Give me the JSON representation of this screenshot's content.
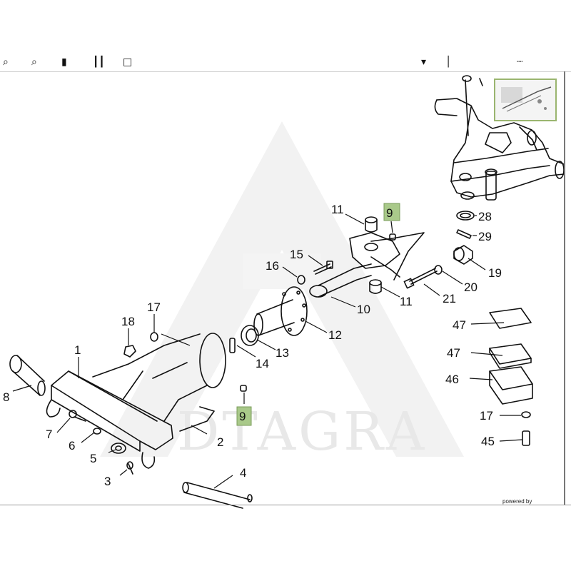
{
  "watermark": "DTAGRA",
  "powered_label": "powered by",
  "highlight_color": "#a9c98a",
  "labels": {
    "l1": "1",
    "l2": "2",
    "l3": "3",
    "l4": "4",
    "l5": "5",
    "l6": "6",
    "l7": "7",
    "l8": "8",
    "l9a": "9",
    "l9b": "9",
    "l10": "10",
    "l11a": "11",
    "l11b": "11",
    "l12": "12",
    "l13": "13",
    "l14": "14",
    "l15": "15",
    "l16": "16",
    "l17a": "17",
    "l17b": "17",
    "l18": "18",
    "l19": "19",
    "l20": "20",
    "l21": "21",
    "l28": "28",
    "l29": "29",
    "l45": "45",
    "l46": "46",
    "l47a": "47",
    "l47b": "47"
  },
  "toolbar": {
    "icons": [
      "zoom-in-icon",
      "zoom-out-icon",
      "fit-icon",
      "reset-icon",
      "print-icon",
      "nav-left-icon",
      "nav-right-icon",
      "nav-down-icon"
    ]
  }
}
